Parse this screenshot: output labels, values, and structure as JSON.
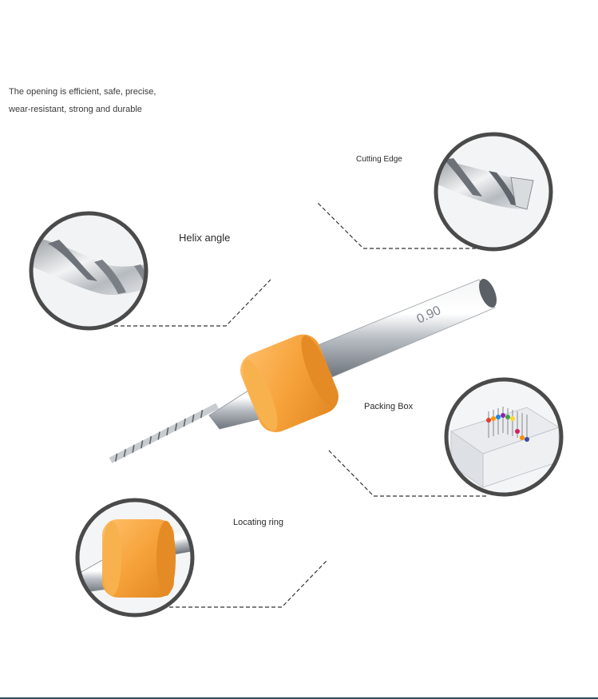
{
  "intro": {
    "line1": "The opening is efficient, safe, precise,",
    "line2": "wear-resistant, strong and durable"
  },
  "callouts": {
    "cutting_edge": "Cutting Edge",
    "helix_angle": "Helix angle",
    "packing_box": "Packing Box",
    "locating_ring": "Locating ring"
  },
  "shank_marking": "0.90",
  "colors": {
    "ring_orange": "#f6a23a",
    "circle_border": "#4a4a4a",
    "steel": "#c9cdd2",
    "leader_line": "#333333"
  },
  "icons": [
    "drill-bit-image",
    "helix-closeup-image",
    "cutting-edge-closeup-image",
    "packing-box-closeup-image",
    "locating-ring-closeup-image"
  ]
}
